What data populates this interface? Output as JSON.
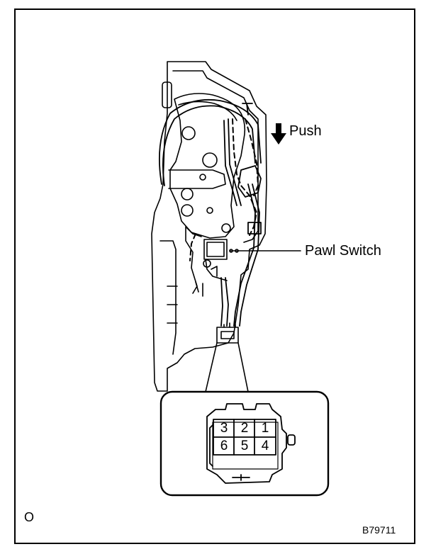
{
  "callouts": {
    "push": "Push",
    "pawl_switch": "Pawl Switch"
  },
  "corner_mark": "O",
  "figure_id": "B79711",
  "connector": {
    "pins_top": [
      "3",
      "2",
      "1"
    ],
    "pins_bottom": [
      "6",
      "5",
      "4"
    ]
  }
}
